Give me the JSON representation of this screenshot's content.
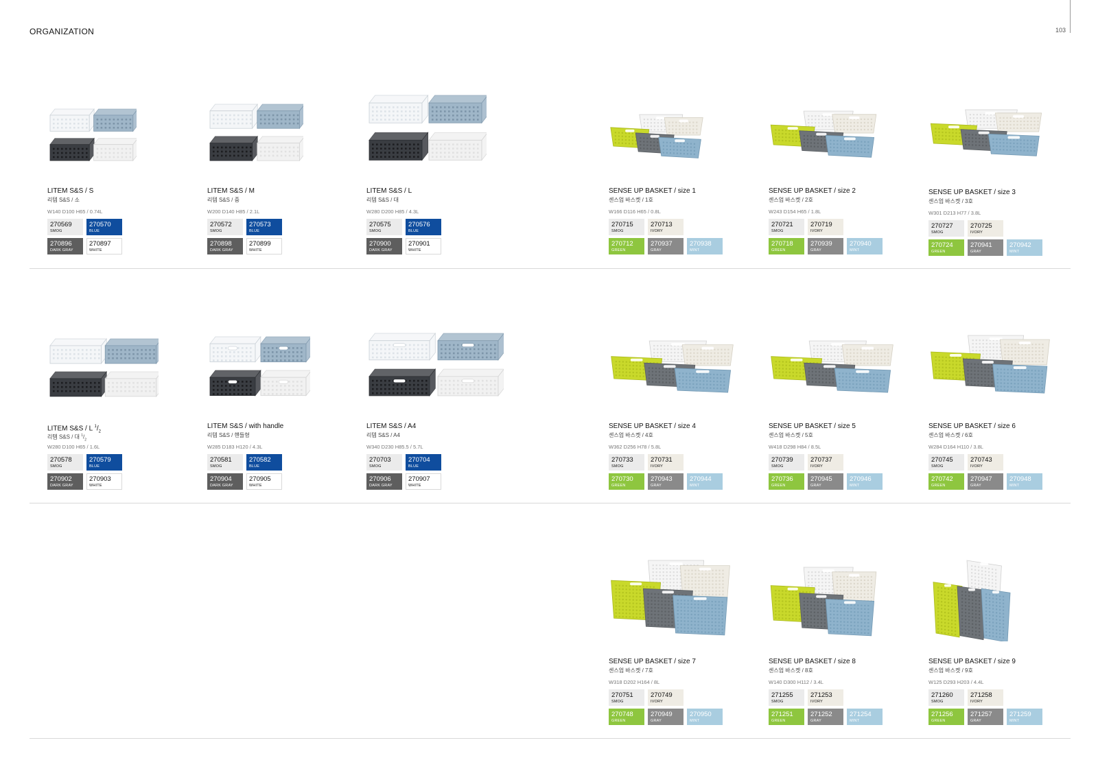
{
  "header": {
    "section": "ORGANIZATION",
    "page": "103"
  },
  "products": {
    "litem_s": {
      "name": "LITEM S&S / S",
      "kname": "리템 S&S / 소",
      "dims": "W140  D100  H65 / 0.74L",
      "codes": [
        {
          "code": "270569",
          "color": "SMOG"
        },
        {
          "code": "270570",
          "color": "BLUE"
        },
        {
          "code": "270896",
          "color": "DARK GRAY"
        },
        {
          "code": "270897",
          "color": "WHITE"
        }
      ]
    },
    "litem_m": {
      "name": "LITEM S&S / M",
      "kname": "리템 S&S / 중",
      "dims": "W200  D140  H85 / 2.1L",
      "codes": [
        {
          "code": "270572",
          "color": "SMOG"
        },
        {
          "code": "270573",
          "color": "BLUE"
        },
        {
          "code": "270898",
          "color": "DARK GRAY"
        },
        {
          "code": "270899",
          "color": "WHITE"
        }
      ]
    },
    "litem_l": {
      "name": "LITEM S&S / L",
      "kname": "리템 S&S / 대",
      "dims": "W280  D200  H85 / 4.3L",
      "codes": [
        {
          "code": "270575",
          "color": "SMOG"
        },
        {
          "code": "270576",
          "color": "BLUE"
        },
        {
          "code": "270900",
          "color": "DARK GRAY"
        },
        {
          "code": "270901",
          "color": "WHITE"
        }
      ]
    },
    "litem_lhalf": {
      "name_main": "LITEM S&S / L ",
      "name_sup": "1",
      "name_slash": "/",
      "name_sub": "2",
      "kname_main": "리템 S&S / 대 ",
      "kname_sup": "1",
      "kname_slash": "/",
      "kname_sub": "2",
      "dims": "W280  D100  H65 / 1.6L",
      "codes": [
        {
          "code": "270578",
          "color": "SMOG"
        },
        {
          "code": "270579",
          "color": "BLUE"
        },
        {
          "code": "270902",
          "color": "DARK GRAY"
        },
        {
          "code": "270903",
          "color": "WHITE"
        }
      ]
    },
    "litem_handle": {
      "name": "LITEM S&S / with handle",
      "kname": "리템 S&S / 핸들형",
      "dims": "W285  D183  H120 / 4.3L",
      "codes": [
        {
          "code": "270581",
          "color": "SMOG"
        },
        {
          "code": "270582",
          "color": "BLUE"
        },
        {
          "code": "270904",
          "color": "DARK GRAY"
        },
        {
          "code": "270905",
          "color": "WHITE"
        }
      ]
    },
    "litem_a4": {
      "name": "LITEM S&S / A4",
      "kname": "리템 S&S / A4",
      "dims": "W340  D230  H85.5 / 5.7L",
      "codes": [
        {
          "code": "270703",
          "color": "SMOG"
        },
        {
          "code": "270704",
          "color": "BLUE"
        },
        {
          "code": "270906",
          "color": "DARK GRAY"
        },
        {
          "code": "270907",
          "color": "WHITE"
        }
      ]
    },
    "sense_1": {
      "name": "SENSE UP BASKET / size 1",
      "kname": "센스업 바스켓 / 1호",
      "dims": "W166  D116  H65 / 0.8L",
      "codes": [
        {
          "code": "270715",
          "color": "SMOG"
        },
        {
          "code": "270713",
          "color": "IVORY"
        },
        {
          "code": "270712",
          "color": "GREEN"
        },
        {
          "code": "270937",
          "color": "GRAY"
        },
        {
          "code": "270938",
          "color": "MINT"
        }
      ]
    },
    "sense_2": {
      "name": "SENSE UP BASKET / size 2",
      "kname": "센스업 바스켓 / 2호",
      "dims": "W243  D154  H65 / 1.8L",
      "codes": [
        {
          "code": "270721",
          "color": "SMOG"
        },
        {
          "code": "270719",
          "color": "IVORY"
        },
        {
          "code": "270718",
          "color": "GREEN"
        },
        {
          "code": "270939",
          "color": "GRAY"
        },
        {
          "code": "270940",
          "color": "MINT"
        }
      ]
    },
    "sense_3": {
      "name": "SENSE UP BASKET / size 3",
      "kname": "센스업 바스켓 / 3호",
      "dims": "W301  D213  H77 / 3.8L",
      "codes": [
        {
          "code": "270727",
          "color": "SMOG"
        },
        {
          "code": "270725",
          "color": "IVORY"
        },
        {
          "code": "270724",
          "color": "GREEN"
        },
        {
          "code": "270941",
          "color": "GRAY"
        },
        {
          "code": "270942",
          "color": "MINT"
        }
      ]
    },
    "sense_4": {
      "name": "SENSE UP BASKET / size 4",
      "kname": "센스업 바스켓 / 4호",
      "dims": "W362  D256  H78 / 5.8L",
      "codes": [
        {
          "code": "270733",
          "color": "SMOG"
        },
        {
          "code": "270731",
          "color": "IVORY"
        },
        {
          "code": "270730",
          "color": "GREEN"
        },
        {
          "code": "270943",
          "color": "GRAY"
        },
        {
          "code": "270944",
          "color": "MINT"
        }
      ]
    },
    "sense_5": {
      "name": "SENSE UP BASKET / size 5",
      "kname": "센스업 바스켓 / 5호",
      "dims": "W418  D298  H84 / 8.5L",
      "codes": [
        {
          "code": "270739",
          "color": "SMOG"
        },
        {
          "code": "270737",
          "color": "IVORY"
        },
        {
          "code": "270736",
          "color": "GREEN"
        },
        {
          "code": "270945",
          "color": "GRAY"
        },
        {
          "code": "270946",
          "color": "MINT"
        }
      ]
    },
    "sense_6": {
      "name": "SENSE UP BASKET / size 6",
      "kname": "센스업 바스켓 / 6호",
      "dims": "W284  D164  H110 / 3.8L",
      "codes": [
        {
          "code": "270745",
          "color": "SMOG"
        },
        {
          "code": "270743",
          "color": "IVORY"
        },
        {
          "code": "270742",
          "color": "GREEN"
        },
        {
          "code": "270947",
          "color": "GRAY"
        },
        {
          "code": "270948",
          "color": "MINT"
        }
      ]
    },
    "sense_7": {
      "name": "SENSE UP BASKET / size 7",
      "kname": "센스업 바스켓 / 7호",
      "dims": "W318  D202  H164 / 8L",
      "codes": [
        {
          "code": "270751",
          "color": "SMOG"
        },
        {
          "code": "270749",
          "color": "IVORY"
        },
        {
          "code": "270748",
          "color": "GREEN"
        },
        {
          "code": "270949",
          "color": "GRAY"
        },
        {
          "code": "270950",
          "color": "MINT"
        }
      ]
    },
    "sense_8": {
      "name": "SENSE UP BASKET / size 8",
      "kname": "센스업 바스켓 / 8호",
      "dims": "W140  D300  H112 / 3.4L",
      "codes": [
        {
          "code": "271255",
          "color": "SMOG"
        },
        {
          "code": "271253",
          "color": "IVORY"
        },
        {
          "code": "271251",
          "color": "GREEN"
        },
        {
          "code": "271252",
          "color": "GRAY"
        },
        {
          "code": "271254",
          "color": "MINT"
        }
      ]
    },
    "sense_9": {
      "name": "SENSE UP BASKET / size 9",
      "kname": "센스업 바스켓 / 9호",
      "dims": "W125  D293  H203 / 4.4L",
      "codes": [
        {
          "code": "271260",
          "color": "SMOG"
        },
        {
          "code": "271258",
          "color": "IVORY"
        },
        {
          "code": "271256",
          "color": "GREEN"
        },
        {
          "code": "271257",
          "color": "GRAY"
        },
        {
          "code": "271259",
          "color": "MINT"
        }
      ]
    }
  },
  "palette": {
    "smog": "#ebebeb",
    "blue": "#0f4d9e",
    "dark_gray": "#5e5e5e",
    "white": "#ffffff",
    "ivory": "#efece4",
    "green": "#8ec63f",
    "gray": "#8a8a8a",
    "mint": "#a9cde0",
    "lime": "#c9d92b",
    "basket_gray": "#6e7378",
    "basket_blue": "#8fb3cc"
  }
}
